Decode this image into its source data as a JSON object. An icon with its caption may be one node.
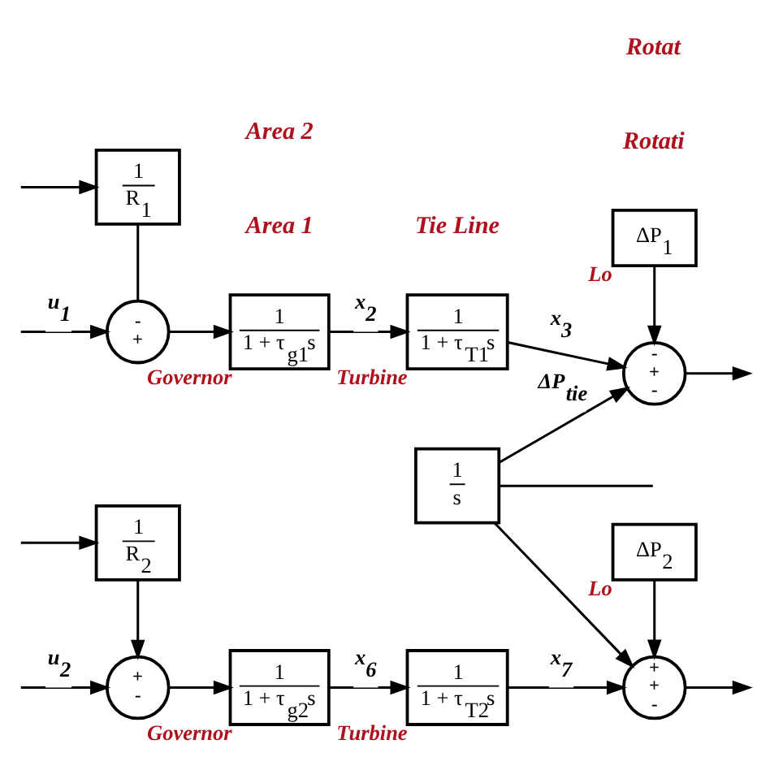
{
  "diagram": {
    "nodes": [
      {
        "text": [
          "1",
          "R$_{1}$"
        ]
      },
      {
        "text": [
          "-",
          "+"
        ]
      },
      {
        "text": [
          "1",
          "1 + τ$_{g1}$s"
        ],
        "beside": [
          "Governor"
        ]
      },
      {
        "text": [
          "1",
          "1 + τ$_{T1}$s"
        ],
        "beside": [
          "Turbine"
        ]
      },
      {
        "text": [
          "-",
          "+",
          "-"
        ]
      },
      {
        "text": [
          "ΔP$_{1}$"
        ],
        "beside": [
          "Lo"
        ]
      },
      {
        "text": [
          "1",
          "s"
        ]
      },
      {
        "text": [
          "+",
          "-"
        ]
      },
      {
        "text": [
          "1",
          "1 + τ$_{g2}$s"
        ],
        "beside": [
          "Governor"
        ]
      },
      {
        "text": [
          "1",
          "1 + τ$_{T2}$s"
        ],
        "beside": [
          "Turbine"
        ]
      },
      {
        "text": [
          "+",
          "+",
          "-"
        ]
      },
      {
        "text": [
          "ΔP$_{2}$"
        ],
        "beside": [
          "Lo"
        ]
      },
      {
        "text": [
          "1",
          "R$_{2}$"
        ]
      }
    ],
    "edges": [
      {
        "from": null,
        "to": 0,
        "arrow": "to"
      },
      {
        "from": 0,
        "to": 1,
        "arrow": "none"
      },
      {
        "from": null,
        "to": 1,
        "arrow": "to",
        "label": "u$_{1}$"
      },
      {
        "from": 1,
        "to": 2,
        "arrow": "to"
      },
      {
        "from": 2,
        "to": 3,
        "arrow": "to",
        "label": "x$_{2}$"
      },
      {
        "from": 3,
        "to": 4,
        "arrow": "to",
        "label": "x$_{3}$"
      },
      {
        "from": 5,
        "to": 4,
        "arrow": "to"
      },
      {
        "from": 4,
        "to": null,
        "arrow": "to"
      },
      {
        "from": 6,
        "to": 4,
        "arrow": "to",
        "label": "ΔP$_{tie}$"
      },
      {
        "from": 6,
        "to": 10,
        "arrow": "to"
      },
      {
        "from": 6,
        "to": null,
        "arrow": "none"
      },
      {
        "from": null,
        "to": 7,
        "arrow": "to",
        "label": "u$_{2}$"
      },
      {
        "from": 7,
        "to": 8,
        "arrow": "to"
      },
      {
        "from": 8,
        "to": 9,
        "arrow": "to",
        "label": "x$_{6}$"
      },
      {
        "from": 9,
        "to": 10,
        "arrow": "to",
        "label": "x$_{7}$"
      },
      {
        "from": 11,
        "to": 10,
        "arrow": "to"
      },
      {
        "from": 10,
        "to": null,
        "arrow": "to"
      },
      {
        "from": null,
        "to": 12,
        "arrow": "to"
      },
      {
        "from": 12,
        "to": 7,
        "arrow": "to"
      }
    ],
    "labels": [
      "Area 1",
      "Rotati",
      "Tie Line",
      "Rotat",
      "Area 2"
    ]
  }
}
